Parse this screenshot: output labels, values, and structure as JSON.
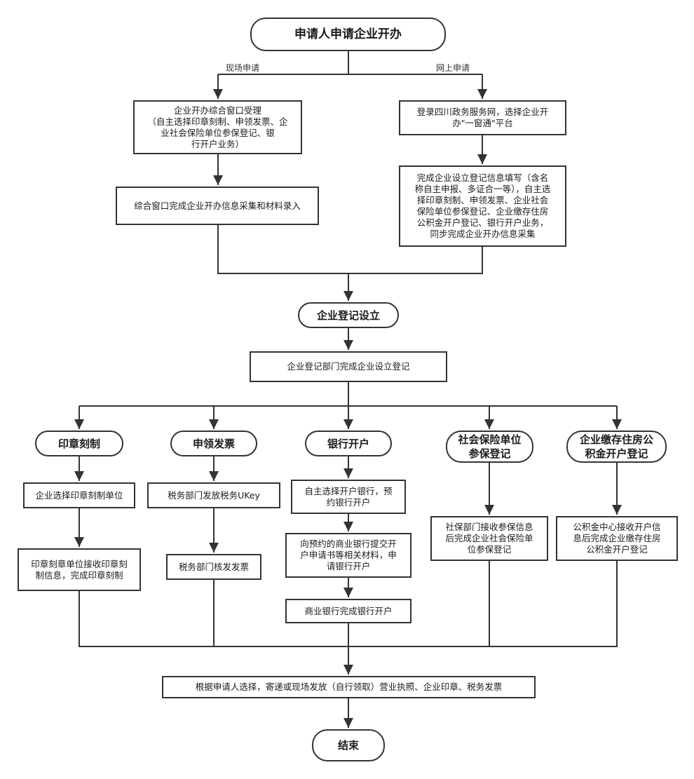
{
  "flow": {
    "start": "申请人申请企业开办",
    "branch_onsite_label": "现场申请",
    "branch_online_label": "网上申请",
    "onsite_accept": "企业开办综合窗口受理\n（自主选择印章刻制、申领发票、企\n业社会保险单位参保登记、银\n行开户业务）",
    "onsite_collect": "综合窗口完成企业开办信息采集和材料录入",
    "online_login": "登录四川政务服务网，选择企业开\n办\"一窗通\"平台",
    "online_fill": "完成企业设立登记信息填写（含名\n称自主申报、多证合一等），自主选\n择印章刻制、申领发票、企业社会\n保险单位参保登记、企业缴存住房\n公积金开户登记、银行开户业务，\n同步完成企业开办信息采集",
    "registration": "企业登记设立",
    "registration_done": "企业登记部门完成企业设立登记",
    "seal": "印章刻制",
    "seal_step1": "企业选择印章刻制单位",
    "seal_step2": "印章刻章单位接收印章刻\n制信息，完成印章刻制",
    "invoice": "申领发票",
    "invoice_step1": "税务部门发放税务UKey",
    "invoice_step2": "税务部门核发发票",
    "bank": "银行开户",
    "bank_step1": "自主选择开户银行，预\n约银行开户",
    "bank_step2": "向预约的商业银行提交开\n户申请书等相关材料，申\n请银行开户",
    "bank_step3": "商业银行完成银行开户",
    "social": "社会保险单位\n参保登记",
    "social_step1": "社保部门接收参保信息\n后完成企业社会保险单\n位参保登记",
    "fund": "企业缴存住房公\n积金开户登记",
    "fund_step1": "公积金中心接收开户信\n息后完成企业缴存住房\n公积金开户登记",
    "delivery": "根据申请人选择，寄递或现场发放（自行领取）营业执照、企业印章、税务发票",
    "end": "结束"
  },
  "colors": {
    "line": "#333333",
    "border": "#333333",
    "text": "#1a1a1a"
  }
}
